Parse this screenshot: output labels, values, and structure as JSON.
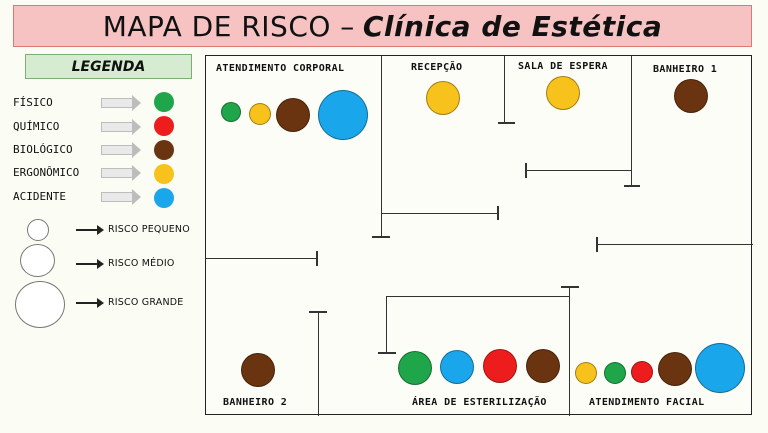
{
  "title": {
    "main": "MAPA DE RISCO –",
    "italic": "Clínica de Estética"
  },
  "legend": {
    "header": "LEGENDA",
    "categories": [
      {
        "label": "FÍSICO",
        "color": "#1fa64a"
      },
      {
        "label": "QUÍMICO",
        "color": "#ee1d1d"
      },
      {
        "label": "BIOLÓGICO",
        "color": "#6b3410"
      },
      {
        "label": "ERGONÔMICO",
        "color": "#f7c21b"
      },
      {
        "label": "ACIDENTE",
        "color": "#1aa6ea"
      }
    ],
    "sizes": [
      {
        "label": "RISCO PEQUENO"
      },
      {
        "label": "RISCO MÉDIO"
      },
      {
        "label": "RISCO GRANDE"
      }
    ]
  },
  "rooms": {
    "atendimento_corporal": "ATENDIMENTO CORPORAL",
    "recepcao": "RECEPÇÃO",
    "sala_espera": "SALA DE ESPERA",
    "banheiro1": "BANHEIRO 1",
    "banheiro2": "BANHEIRO 2",
    "esterilizacao": "ÁREA DE ESTERILIZAÇÃO",
    "atendimento_facial": "ATENDIMENTO FACIAL"
  },
  "risk_markers": {
    "atendimento_corporal": [
      {
        "type": "FÍSICO",
        "size": "pequeno"
      },
      {
        "type": "ERGONÔMICO",
        "size": "pequeno"
      },
      {
        "type": "BIOLÓGICO",
        "size": "médio"
      },
      {
        "type": "ACIDENTE",
        "size": "grande"
      }
    ],
    "recepcao": [
      {
        "type": "ERGONÔMICO",
        "size": "médio"
      }
    ],
    "sala_espera": [
      {
        "type": "ERGONÔMICO",
        "size": "médio"
      }
    ],
    "banheiro1": [
      {
        "type": "BIOLÓGICO",
        "size": "médio"
      }
    ],
    "banheiro2": [
      {
        "type": "BIOLÓGICO",
        "size": "médio"
      }
    ],
    "esterilizacao": [
      {
        "type": "FÍSICO",
        "size": "médio"
      },
      {
        "type": "ACIDENTE",
        "size": "médio"
      },
      {
        "type": "QUÍMICO",
        "size": "médio"
      },
      {
        "type": "BIOLÓGICO",
        "size": "médio"
      }
    ],
    "atendimento_facial": [
      {
        "type": "ERGONÔMICO",
        "size": "pequeno"
      },
      {
        "type": "FÍSICO",
        "size": "pequeno"
      },
      {
        "type": "QUÍMICO",
        "size": "pequeno"
      },
      {
        "type": "BIOLÓGICO",
        "size": "médio"
      },
      {
        "type": "ACIDENTE",
        "size": "grande"
      }
    ]
  }
}
